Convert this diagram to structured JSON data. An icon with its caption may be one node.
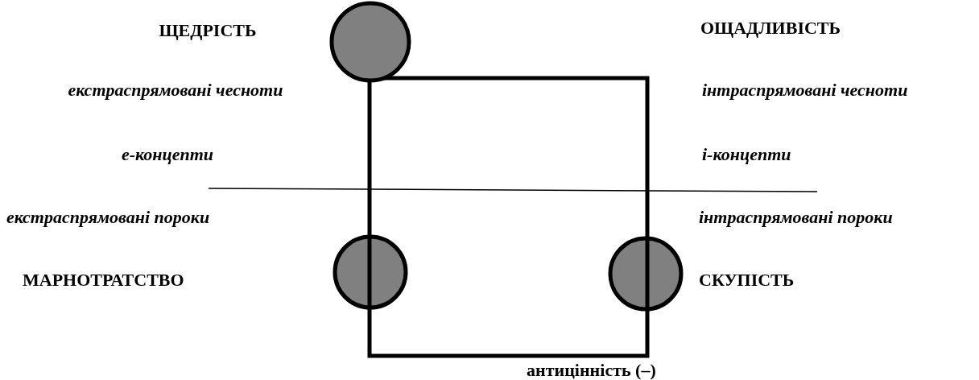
{
  "diagram": {
    "labels": [
      "ЩЕДРІСТЬ",
      "ОЩАДЛИВІСТЬ",
      "екстраспрямовані чесноти",
      "інтраспрямовані чесноти",
      "е-концепти",
      "і-концепти",
      "екстраспрямовані пороки",
      "інтраспрямовані пороки",
      "МАРНОТРАТСТВО",
      "СКУПІСТЬ",
      "антицінність (–)"
    ]
  }
}
